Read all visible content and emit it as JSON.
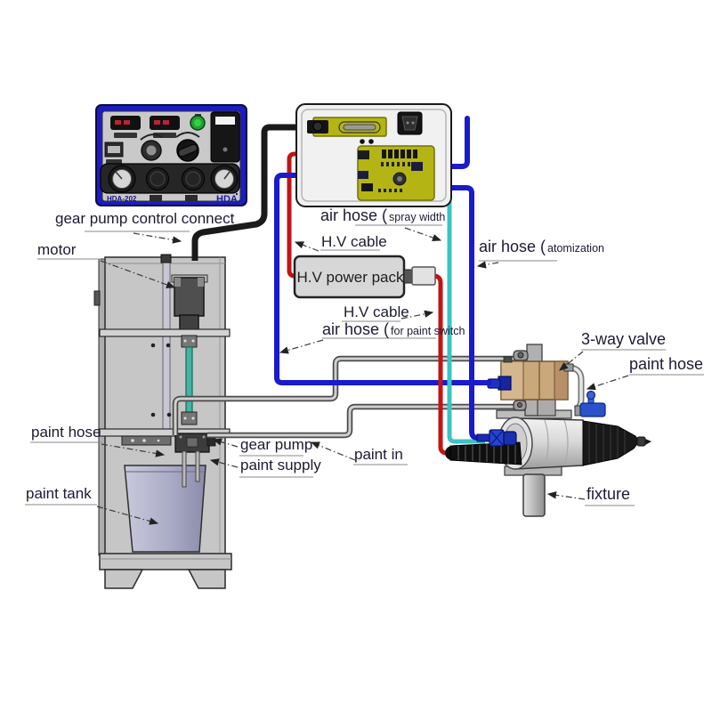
{
  "colors": {
    "hose_blue": "#1a1ace",
    "hose_cyan": "#3bc4c6",
    "cable_red": "#c21414",
    "cable_black": "#1a1a1a",
    "pipe_gray": "#8a8a8a",
    "panel_border_blue": "#1c1cc0",
    "board_yellow": "#b4b414",
    "valve_tan": "#c9a87c",
    "tank_lavender": "#aeaec8"
  },
  "control_panel": {
    "model": "HDA-202",
    "brand": "HDA"
  },
  "power_pack": {
    "label": "H.V power pack"
  },
  "labels": {
    "gear_pump_control_connect": "gear pump control connect",
    "motor": "motor",
    "air_hose_spray_width": {
      "main": "air hose (",
      "sub": "spray width"
    },
    "hv_cable_top": "H.V cable",
    "hv_cable_bottom": "H.V cable",
    "air_hose_paint_switch": {
      "main": "air hose (",
      "sub": "for paint switch"
    },
    "air_hose_atomization": {
      "main": "air hose (",
      "sub": "atomization"
    },
    "three_way_valve": "3-way valve",
    "paint_hose_right": "paint hose",
    "paint_in": "paint in",
    "gear_pump": "gear pump",
    "paint_supply": "paint supply",
    "paint_hose_left": "paint hose",
    "paint_tank": "paint tank",
    "fixture": "fixture"
  }
}
